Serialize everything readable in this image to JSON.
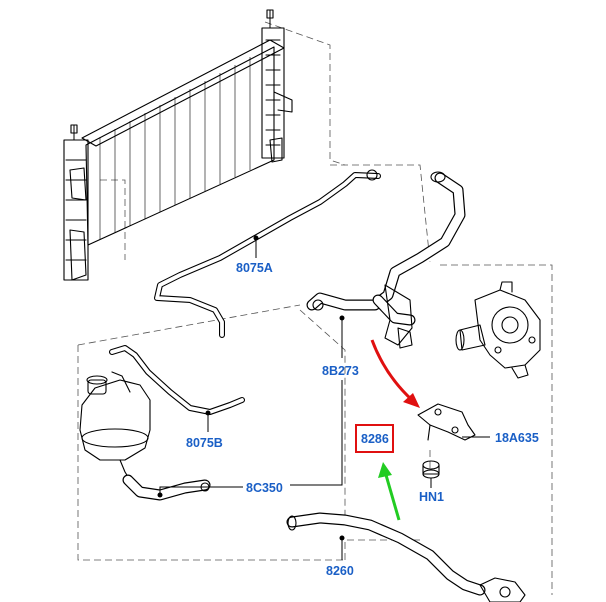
{
  "labels": {
    "hose_8075A": "8075A",
    "hose_8075B": "8075B",
    "hose_8B273": "8B273",
    "part_8286": "8286",
    "bracket_18A635": "18A635",
    "nut_HN1": "HN1",
    "hose_8C350": "8C350",
    "hose_8260": "8260"
  },
  "icons": {
    "radiator": "radiator-icon",
    "expansion_tank": "expansion-tank-icon",
    "water_pump": "water-pump-icon",
    "thermostat_housing": "thermostat-housing-icon"
  },
  "colors": {
    "label_text": "#1a5fc6",
    "highlight_box": "#e01010",
    "red_arrow": "#e01010",
    "green_arrow": "#22cc22"
  }
}
